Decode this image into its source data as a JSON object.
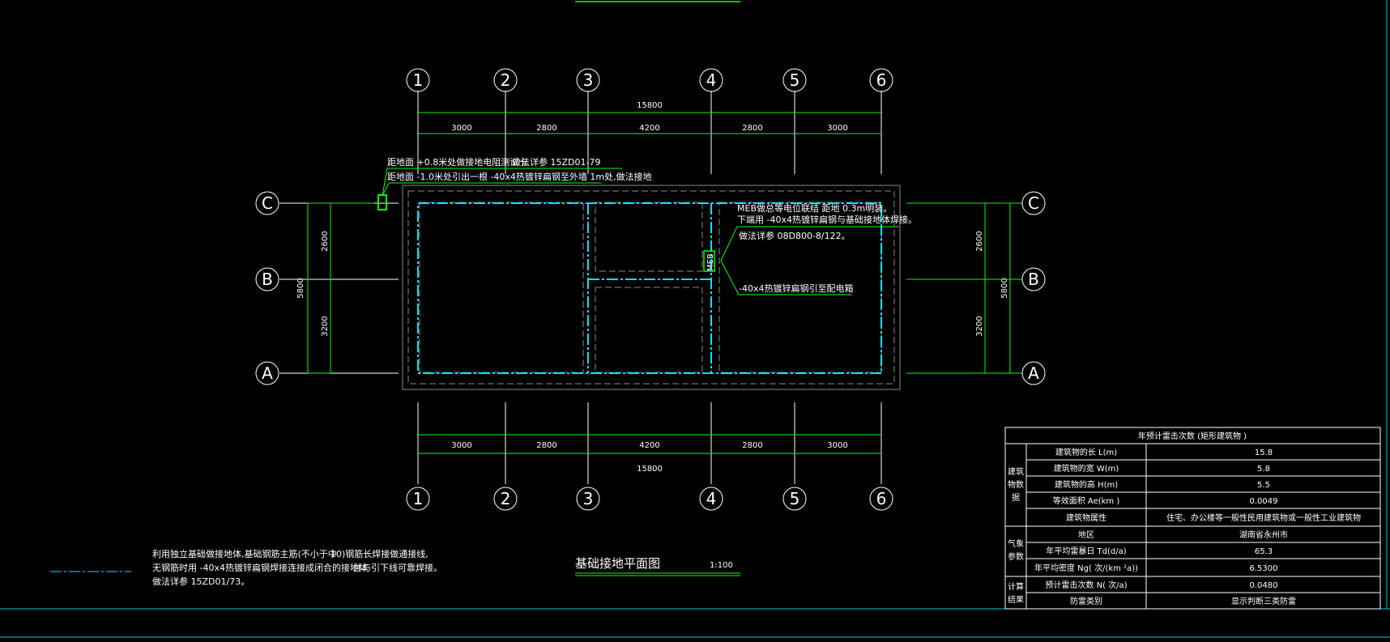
{
  "drawing": {
    "title": "基础接地平面图",
    "scale": "1:100",
    "axes_x": [
      "1",
      "2",
      "3",
      "4",
      "5",
      "6"
    ],
    "axes_y": [
      "A",
      "B",
      "C"
    ],
    "dims_x": [
      "3000",
      "2800",
      "4200",
      "2800",
      "3000"
    ],
    "dim_total": "15800",
    "dims_y": [
      "2600",
      "3200"
    ],
    "dim_y_total": "5800",
    "mark": "MEB"
  },
  "notes": {
    "test_clip_1": "距地面 +0.8米处做接地电阻测试卡",
    "test_clip_2": "做法详参  15ZD01-79",
    "lead_out": "距地面 -1.0米处引出一根  -40x4热镀锌扁钢至外墙   1m处,做法接地",
    "meb_1": "MEB做总等电位联结 距地    0.3m明装。",
    "meb_2": "下端用 -40x4热镀锌扁钢与基础接地体焊接。",
    "meb_3": "做法详参  08D800-8/122。",
    "meb_4": "-40x4热镀锌扁钢引至配电箱",
    "legend_1": "利用独立基础做接地体,基础钢筋主筋(不小于中",
    "legend_2": "无钢筋时用  -40x4热镀锌扁钢焊接连接成闭合的接地体",
    "legend_3": "做法详参  15ZD01/73。",
    "legend_4": "10)钢筋长焊接做通接线,",
    "legend_5": "并与引下线可靠焊接。"
  },
  "table": {
    "title": "年预计雷击次数   (矩形建筑物  )",
    "group_building": [
      "建筑",
      "物数",
      "据"
    ],
    "group_weather": [
      "气象",
      "参数"
    ],
    "group_result": [
      "计算",
      "结果"
    ],
    "rows": [
      {
        "label": "建筑物的长  L(m)",
        "value": "15.8"
      },
      {
        "label": "建筑物的宽  W(m)",
        "value": "5.8"
      },
      {
        "label": "建筑物的高  H(m)",
        "value": "5.5"
      },
      {
        "label": "等效面积  Ae(km  )",
        "value": "0.0049"
      },
      {
        "label": "建筑物属性",
        "value": "住宅、办公楼等一般性民用建筑物或一般性工业建筑物"
      },
      {
        "label": "地区",
        "value": "湖南省永州市"
      },
      {
        "label": "年平均雷暴日   Td(d/a)",
        "value": "65.3"
      },
      {
        "label": "年平均密度  Ng(  次/(km    ²a))",
        "value": "6.5300"
      },
      {
        "label": "预计雷击次数  N(  次/a)",
        "value": "0.0480"
      },
      {
        "label": "防雷类别",
        "value": "显示判断三类防雷"
      }
    ]
  }
}
